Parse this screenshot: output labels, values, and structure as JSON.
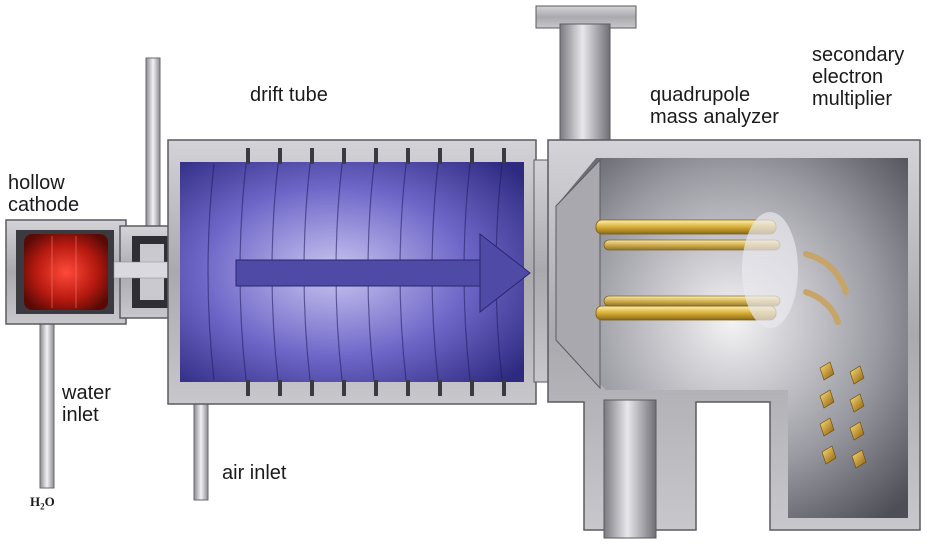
{
  "labels": {
    "drift_tube": "drift tube",
    "hollow_cathode": [
      "hollow",
      "cathode"
    ],
    "water_inlet": [
      "water",
      "inlet"
    ],
    "air_inlet": "air inlet",
    "quadrupole": [
      "quadrupole",
      "mass analyzer"
    ],
    "secondary_multiplier": [
      "secondary",
      "electron",
      "multiplier"
    ],
    "h2o": {
      "base": "H",
      "sub": "2",
      "tail": "O"
    }
  },
  "colors": {
    "housing": "#b7b7bc",
    "housing_dark": "#8a8a90",
    "drift_glow": "#5a52b8",
    "arrow": "#4f4aa6",
    "cathode": "#b51b12",
    "rods": "#d9b23a"
  }
}
